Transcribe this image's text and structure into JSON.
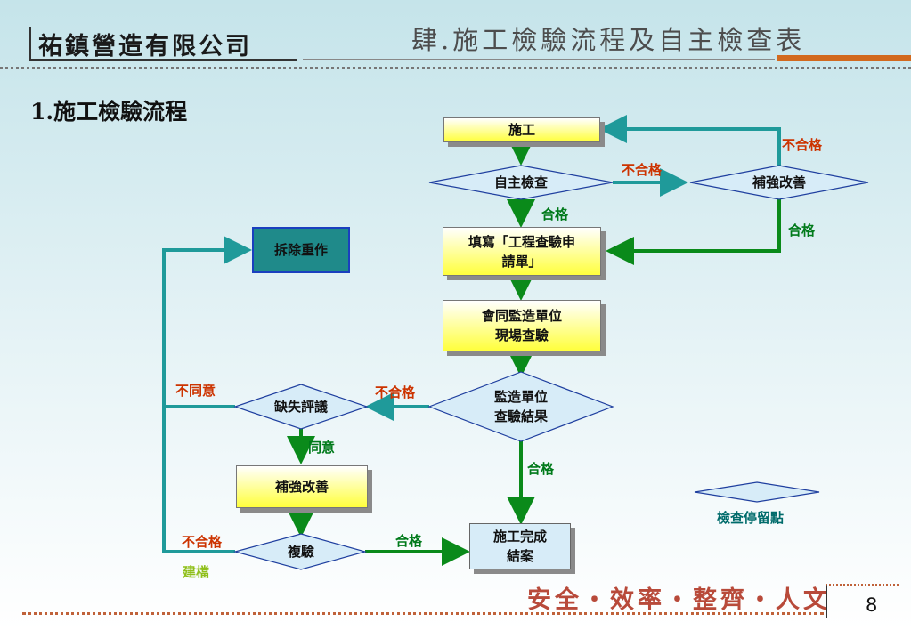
{
  "header": {
    "company": "祐鎮營造有限公司",
    "title": "肆.施工檢驗流程及自主檢查表"
  },
  "section_title": "1.施工檢驗流程",
  "flow": {
    "construct": "施工",
    "self_check": "自主檢查",
    "improve_top": "補強改善",
    "fill_form_line1": "填寫「工程查驗申",
    "fill_form_line2": "請單」",
    "joint_line1": "會同監造單位",
    "joint_line2": "現場查驗",
    "supervisor_line1": "監造單位",
    "supervisor_line2": "查驗結果",
    "defect_review": "缺失評議",
    "demolish": "拆除重作",
    "improve_left": "補強改善",
    "recheck": "複驗",
    "complete_line1": "施工完成",
    "complete_line2": "結案"
  },
  "edges": {
    "fail": "不合格",
    "pass": "合格",
    "disagree": "不同意",
    "agree": "同意",
    "archive": "建檔"
  },
  "legend": {
    "hold_point": "檢查停留點"
  },
  "footer": {
    "motto": "安全‧效率‧整齊‧人文",
    "page": "8"
  },
  "colors": {
    "teal_arrow": "#1f9a9a",
    "green_arrow": "#0a8a1a",
    "fail_text": "#cc3300",
    "pass_text": "#007a1a",
    "accent": "#d2691e"
  }
}
